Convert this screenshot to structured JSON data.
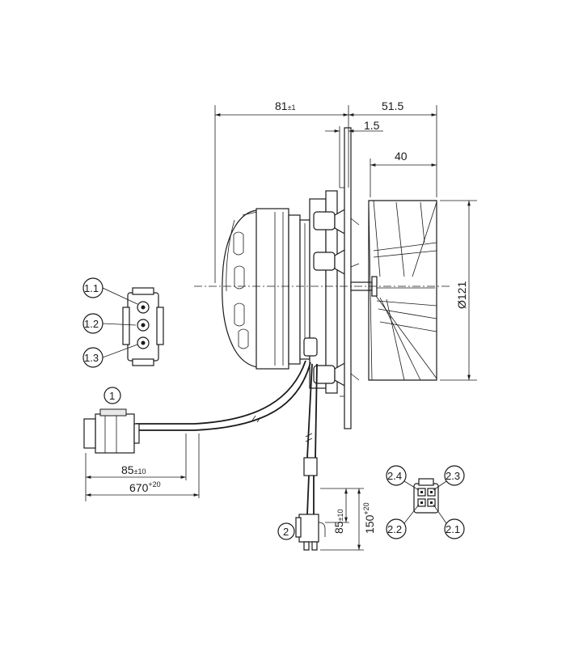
{
  "dimensions": {
    "top_overall": {
      "value": "81",
      "tol": "±1"
    },
    "top_fan": "51.5",
    "flange": "1.5",
    "blade": "40",
    "diameter": "Ø121",
    "cable1_short": {
      "value": "85",
      "tol": "±10"
    },
    "cable1_long": {
      "value": "670",
      "tol": "+20"
    },
    "cable2_short": {
      "value": "85",
      "tol": "±10"
    },
    "cable2_long": {
      "value": "150",
      "tol": "+20"
    }
  },
  "callouts": {
    "c1_1": "1.1",
    "c1_2": "1.2",
    "c1_3": "1.3",
    "c1": "1",
    "c2": "2",
    "c2_1": "2.1",
    "c2_2": "2.2",
    "c2_3": "2.3",
    "c2_4": "2.4"
  }
}
